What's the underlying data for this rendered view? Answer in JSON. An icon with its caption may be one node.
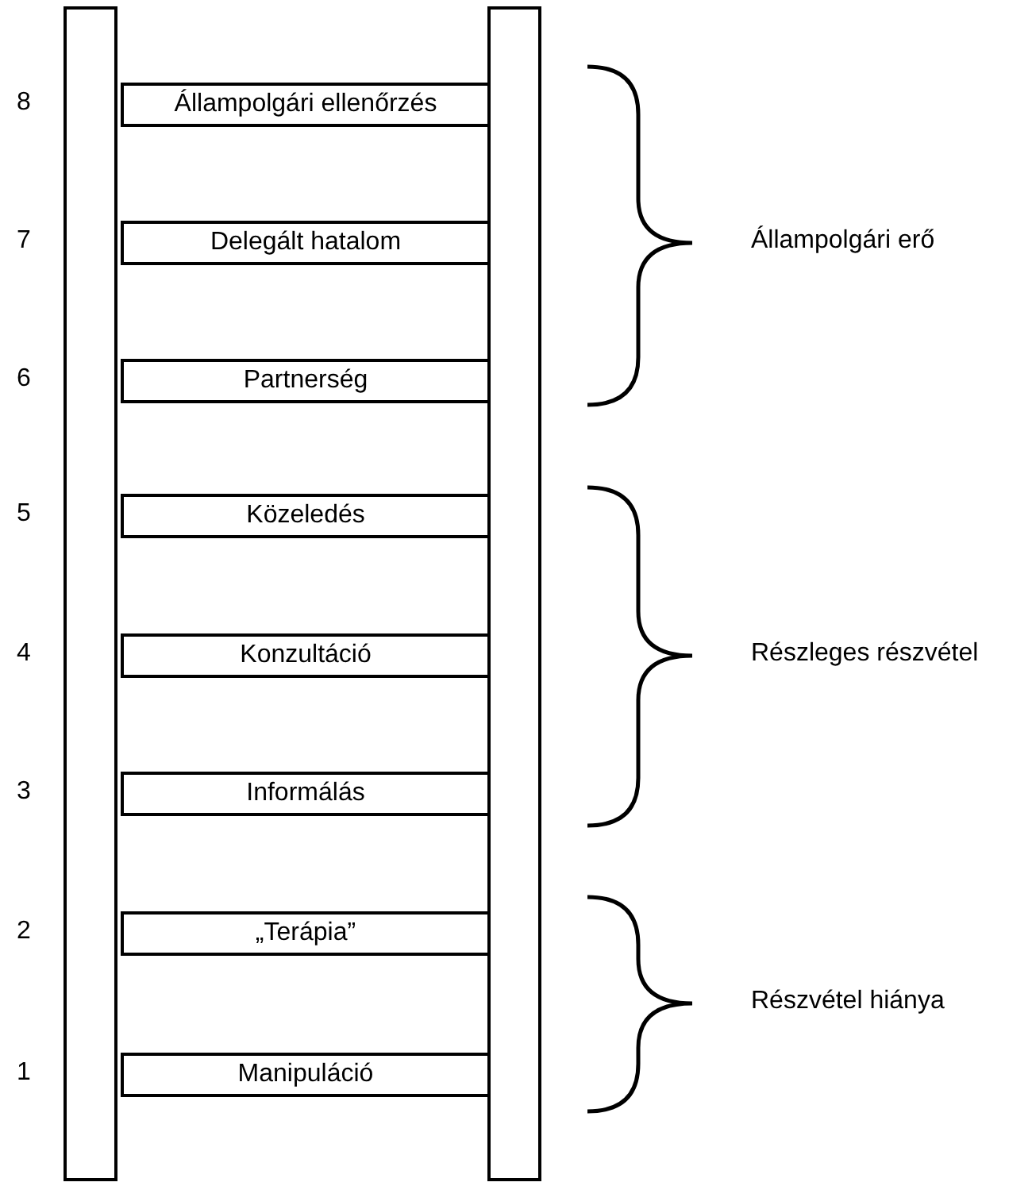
{
  "diagram": {
    "nodes": [
      {
        "text": [],
        "shape": "bar"
      },
      {
        "text": [],
        "shape": "bar"
      },
      {
        "text": [
          "Állampolgári ellenőrzés"
        ]
      },
      {
        "text": [
          "Delegált hatalom"
        ]
      },
      {
        "text": [
          "Partnerség"
        ]
      },
      {
        "text": [
          "Közeledés"
        ]
      },
      {
        "text": [
          "Konzultáció"
        ]
      },
      {
        "text": [
          "Informálás"
        ]
      },
      {
        "text": [
          "„Terápia”"
        ]
      },
      {
        "text": [
          "Manipuláció"
        ]
      }
    ],
    "edges": [],
    "labels": [
      "8",
      "7",
      "Állampolgári erő",
      "6",
      "5",
      "4",
      "Részleges részvétel",
      "3",
      "2",
      "Részvétel hiánya",
      "1"
    ]
  }
}
